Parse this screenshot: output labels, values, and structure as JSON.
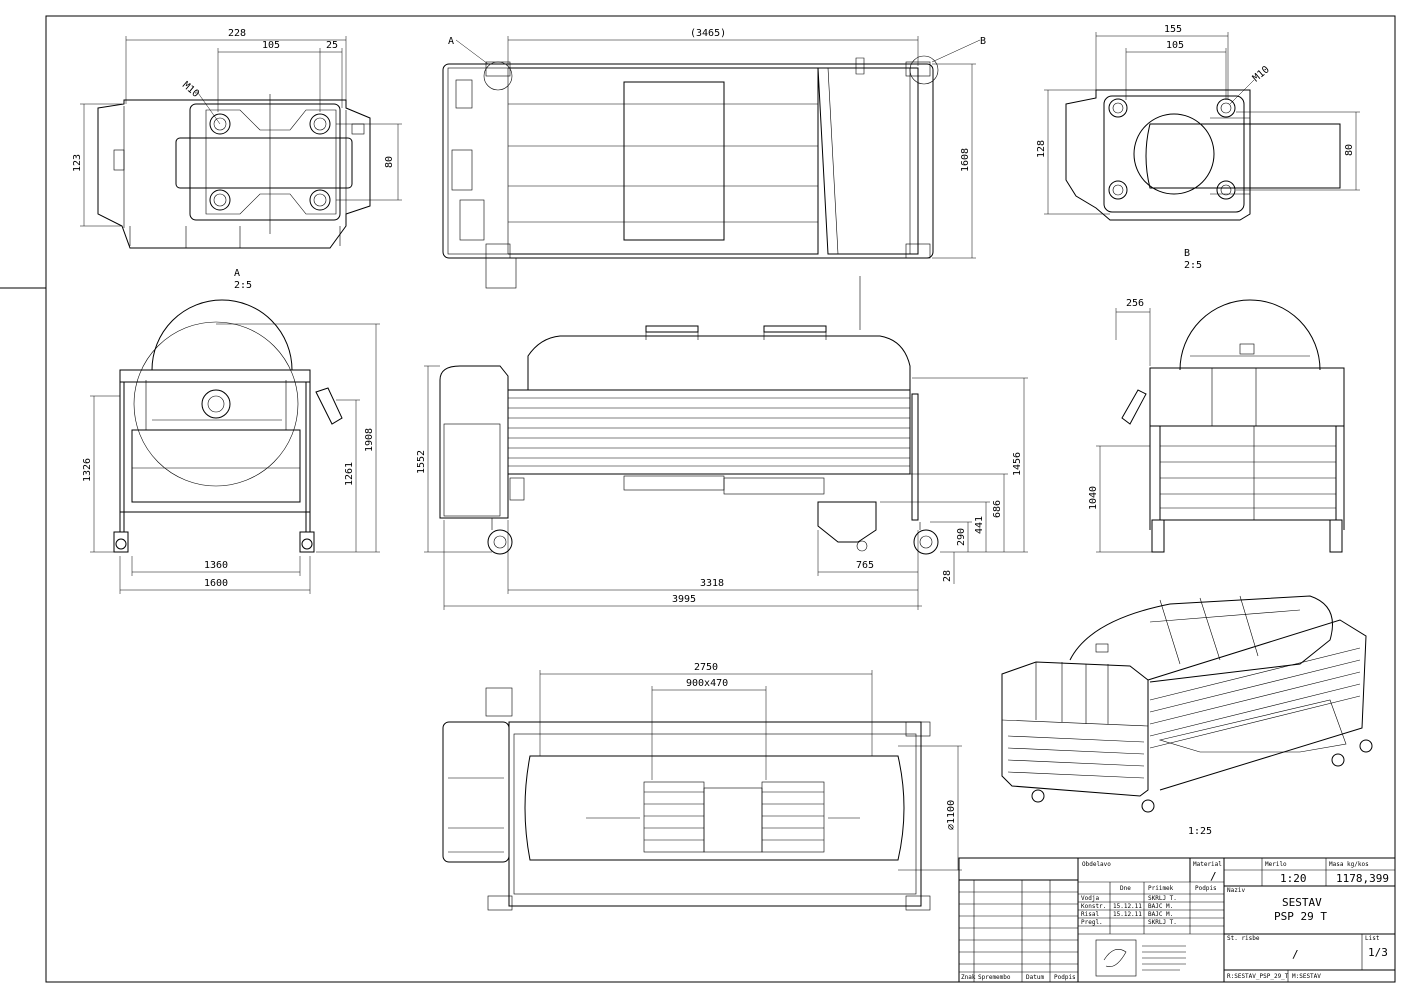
{
  "views": {
    "detail_a": {
      "dims": [
        "228",
        "105",
        "25",
        "M10",
        "80",
        "123"
      ],
      "label": "A",
      "scale": "2:5"
    },
    "top_view": {
      "dims": [
        "(3465)",
        "1608"
      ],
      "marker_a": "A",
      "marker_b": "B"
    },
    "detail_b": {
      "dims": [
        "155",
        "105",
        "M10",
        "80",
        "128"
      ],
      "label": "B",
      "scale": "2:5"
    },
    "front_view": {
      "dims": [
        "1326",
        "1908",
        "1261",
        "1360",
        "1600"
      ]
    },
    "side_view": {
      "dims": [
        "1552",
        "1456",
        "686",
        "441",
        "290",
        "765",
        "28",
        "3318",
        "3995"
      ]
    },
    "right_view": {
      "dims": [
        "256",
        "1040"
      ]
    },
    "bottom_view": {
      "dims": [
        "2750",
        "900x470",
        "⌀1100"
      ]
    },
    "iso_view": {
      "scale": "1:25"
    }
  },
  "title_block": {
    "obdelovo": "Obdelavo",
    "material_label": "Material",
    "material_value": "/",
    "merilo_label": "Merilo",
    "merilo_value": "1:20",
    "masa_label": "Masa kg/kos",
    "masa_value": "1178,399",
    "head_dne": "Dne",
    "head_priimek": "Priimek",
    "head_podpis": "Podpis",
    "rows": [
      {
        "role": "Vodja",
        "date": "",
        "name": "SKRLJ T."
      },
      {
        "role": "Konstr.",
        "date": "15.12.11",
        "name": "BAJC M."
      },
      {
        "role": "Risal",
        "date": "15.12.11",
        "name": "BAJC M."
      },
      {
        "role": "Pregl.",
        "date": "",
        "name": "SKRLJ T."
      }
    ],
    "naziv_label": "Naziv",
    "naziv_line1": "SESTAV",
    "naziv_line2": "PSP 29 T",
    "st_risbe_label": "St. risbe",
    "st_risbe_value": "/",
    "list_label": "List",
    "list_value": "1/3",
    "file_label": "R:SESTAV_PSP_29_T",
    "m_label": "M:SESTAV",
    "znak": "Znak",
    "spremembo": "Spremembo",
    "datum": "Datum",
    "podpis": "Podpis"
  }
}
